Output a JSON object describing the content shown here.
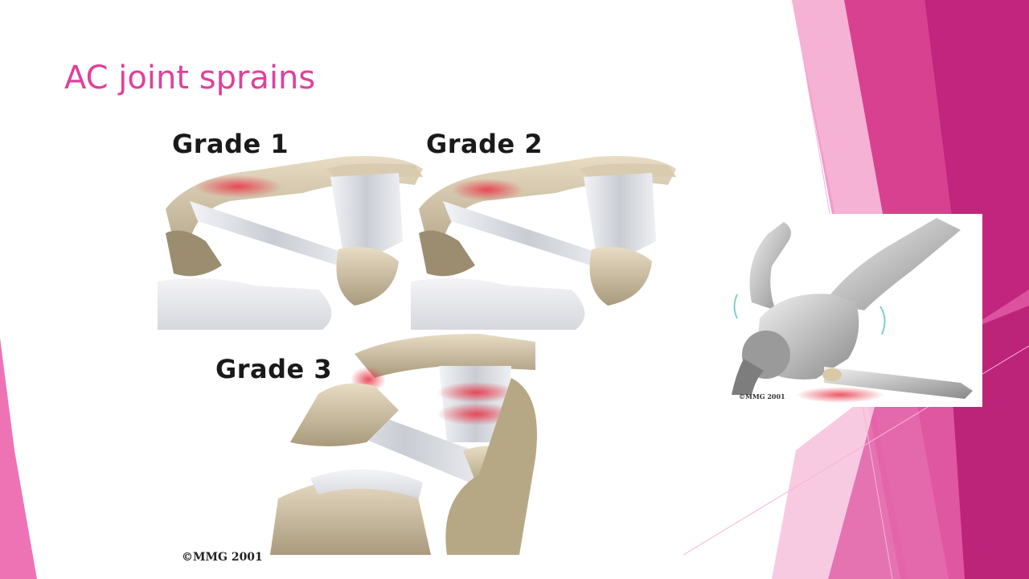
{
  "slide": {
    "title": "AC joint sprains",
    "title_color": "#e0409a"
  },
  "figure_main": {
    "panels": [
      {
        "label": "Grade 1"
      },
      {
        "label": "Grade 2"
      },
      {
        "label": "Grade 3"
      }
    ],
    "credit": "©MMG 2001",
    "injury_color": "#e83a4a"
  },
  "figure_fall": {
    "credit": "©MMG 2001"
  },
  "theme": {
    "accent_dark": "#c0207a",
    "accent_mid": "#e45aa8",
    "accent_light": "#f39ccb"
  }
}
